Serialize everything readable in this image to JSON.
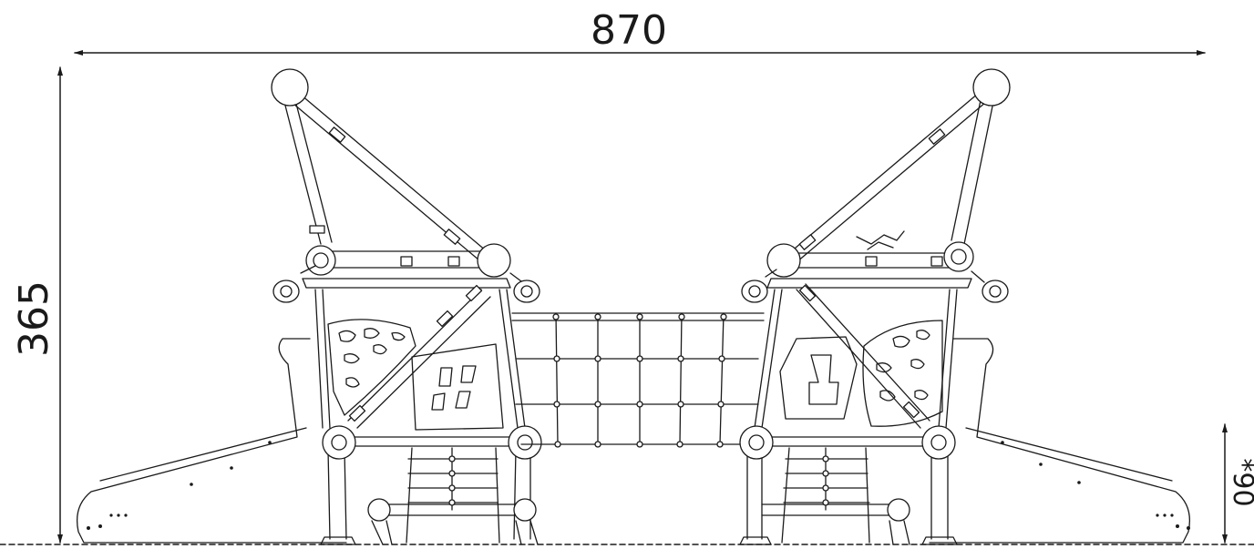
{
  "dimensions": {
    "width_label": "870",
    "height_label": "365",
    "depth_label": "*90"
  },
  "colors": {
    "line": "#1a1a1a",
    "background": "#ffffff"
  }
}
